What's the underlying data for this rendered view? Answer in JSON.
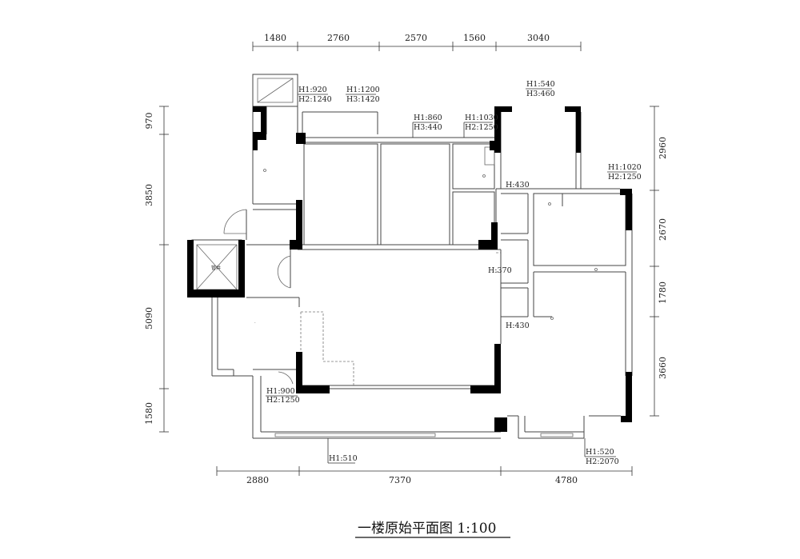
{
  "dimensions": {
    "top": [
      "1480",
      "2760",
      "2570",
      "1560",
      "3040"
    ],
    "bottom": [
      "2880",
      "7370",
      "4780"
    ],
    "left": [
      "970",
      "3850",
      "5090",
      "1580"
    ],
    "right": [
      "2960",
      "2670",
      "1780",
      "3660"
    ]
  },
  "annotations": {
    "a1": [
      "H1:920",
      "H2:1240"
    ],
    "a2": [
      "H1:1200",
      "H3:1420"
    ],
    "a3": [
      "H1:860",
      "H3:440"
    ],
    "a4": [
      "H1:1030",
      "H2:1250"
    ],
    "a5": [
      "H1:540",
      "H3:460"
    ],
    "a6": [
      "H1:1020",
      "H2:1250"
    ],
    "a7": [
      "H:430"
    ],
    "a8": [
      "H:370"
    ],
    "a9": [
      "H:430"
    ],
    "a10": [
      "H1:900",
      "H2:1250"
    ],
    "a11": [
      "H1:510"
    ],
    "a12": [
      "H1:520",
      "H2:2070"
    ]
  },
  "shaft_label": "管井",
  "title": "一楼原始平面图  1:100"
}
